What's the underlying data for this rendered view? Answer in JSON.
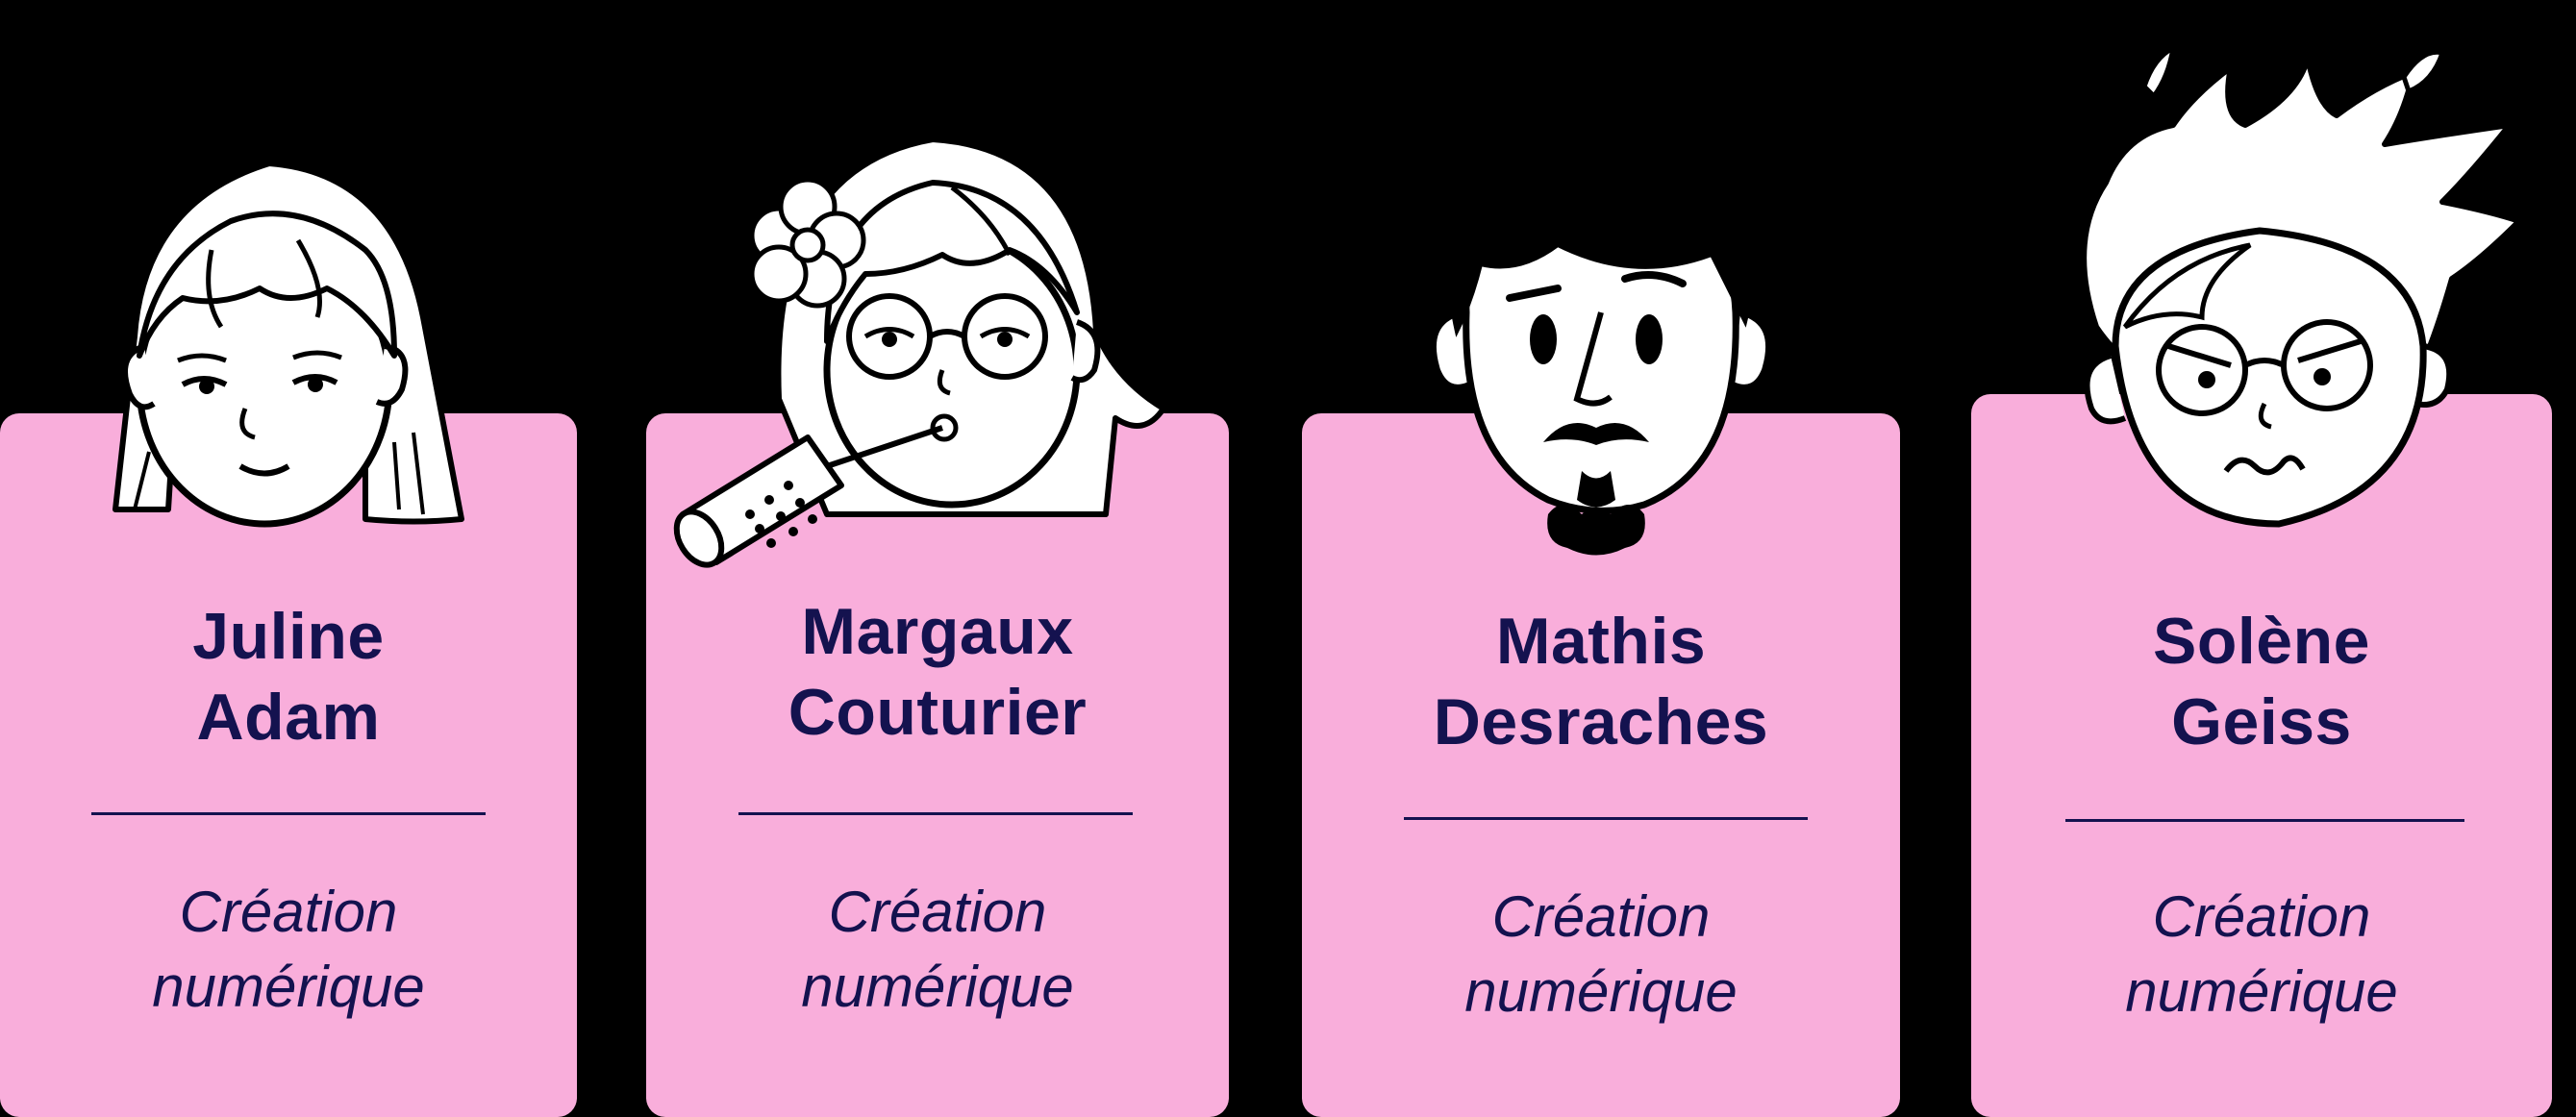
{
  "colors": {
    "background": "#000000",
    "card": "#f9aedb",
    "text": "#14124f",
    "line": "#000000",
    "face": "#ffffff"
  },
  "team": [
    {
      "first": "Juline",
      "last": "Adam",
      "role_1": "Création",
      "role_2": "numérique",
      "icon": "girl-avatar-icon"
    },
    {
      "first": "Margaux",
      "last": "Couturier",
      "role_1": "Création",
      "role_2": "numérique",
      "icon": "girl-glasses-boba-avatar-icon"
    },
    {
      "first": "Mathis",
      "last": "Desraches",
      "role_1": "Création",
      "role_2": "numérique",
      "icon": "man-mustache-avatar-icon"
    },
    {
      "first": "Solène",
      "last": "Geiss",
      "role_1": "Création",
      "role_2": "numérique",
      "icon": "spiky-hair-glasses-avatar-icon"
    }
  ]
}
